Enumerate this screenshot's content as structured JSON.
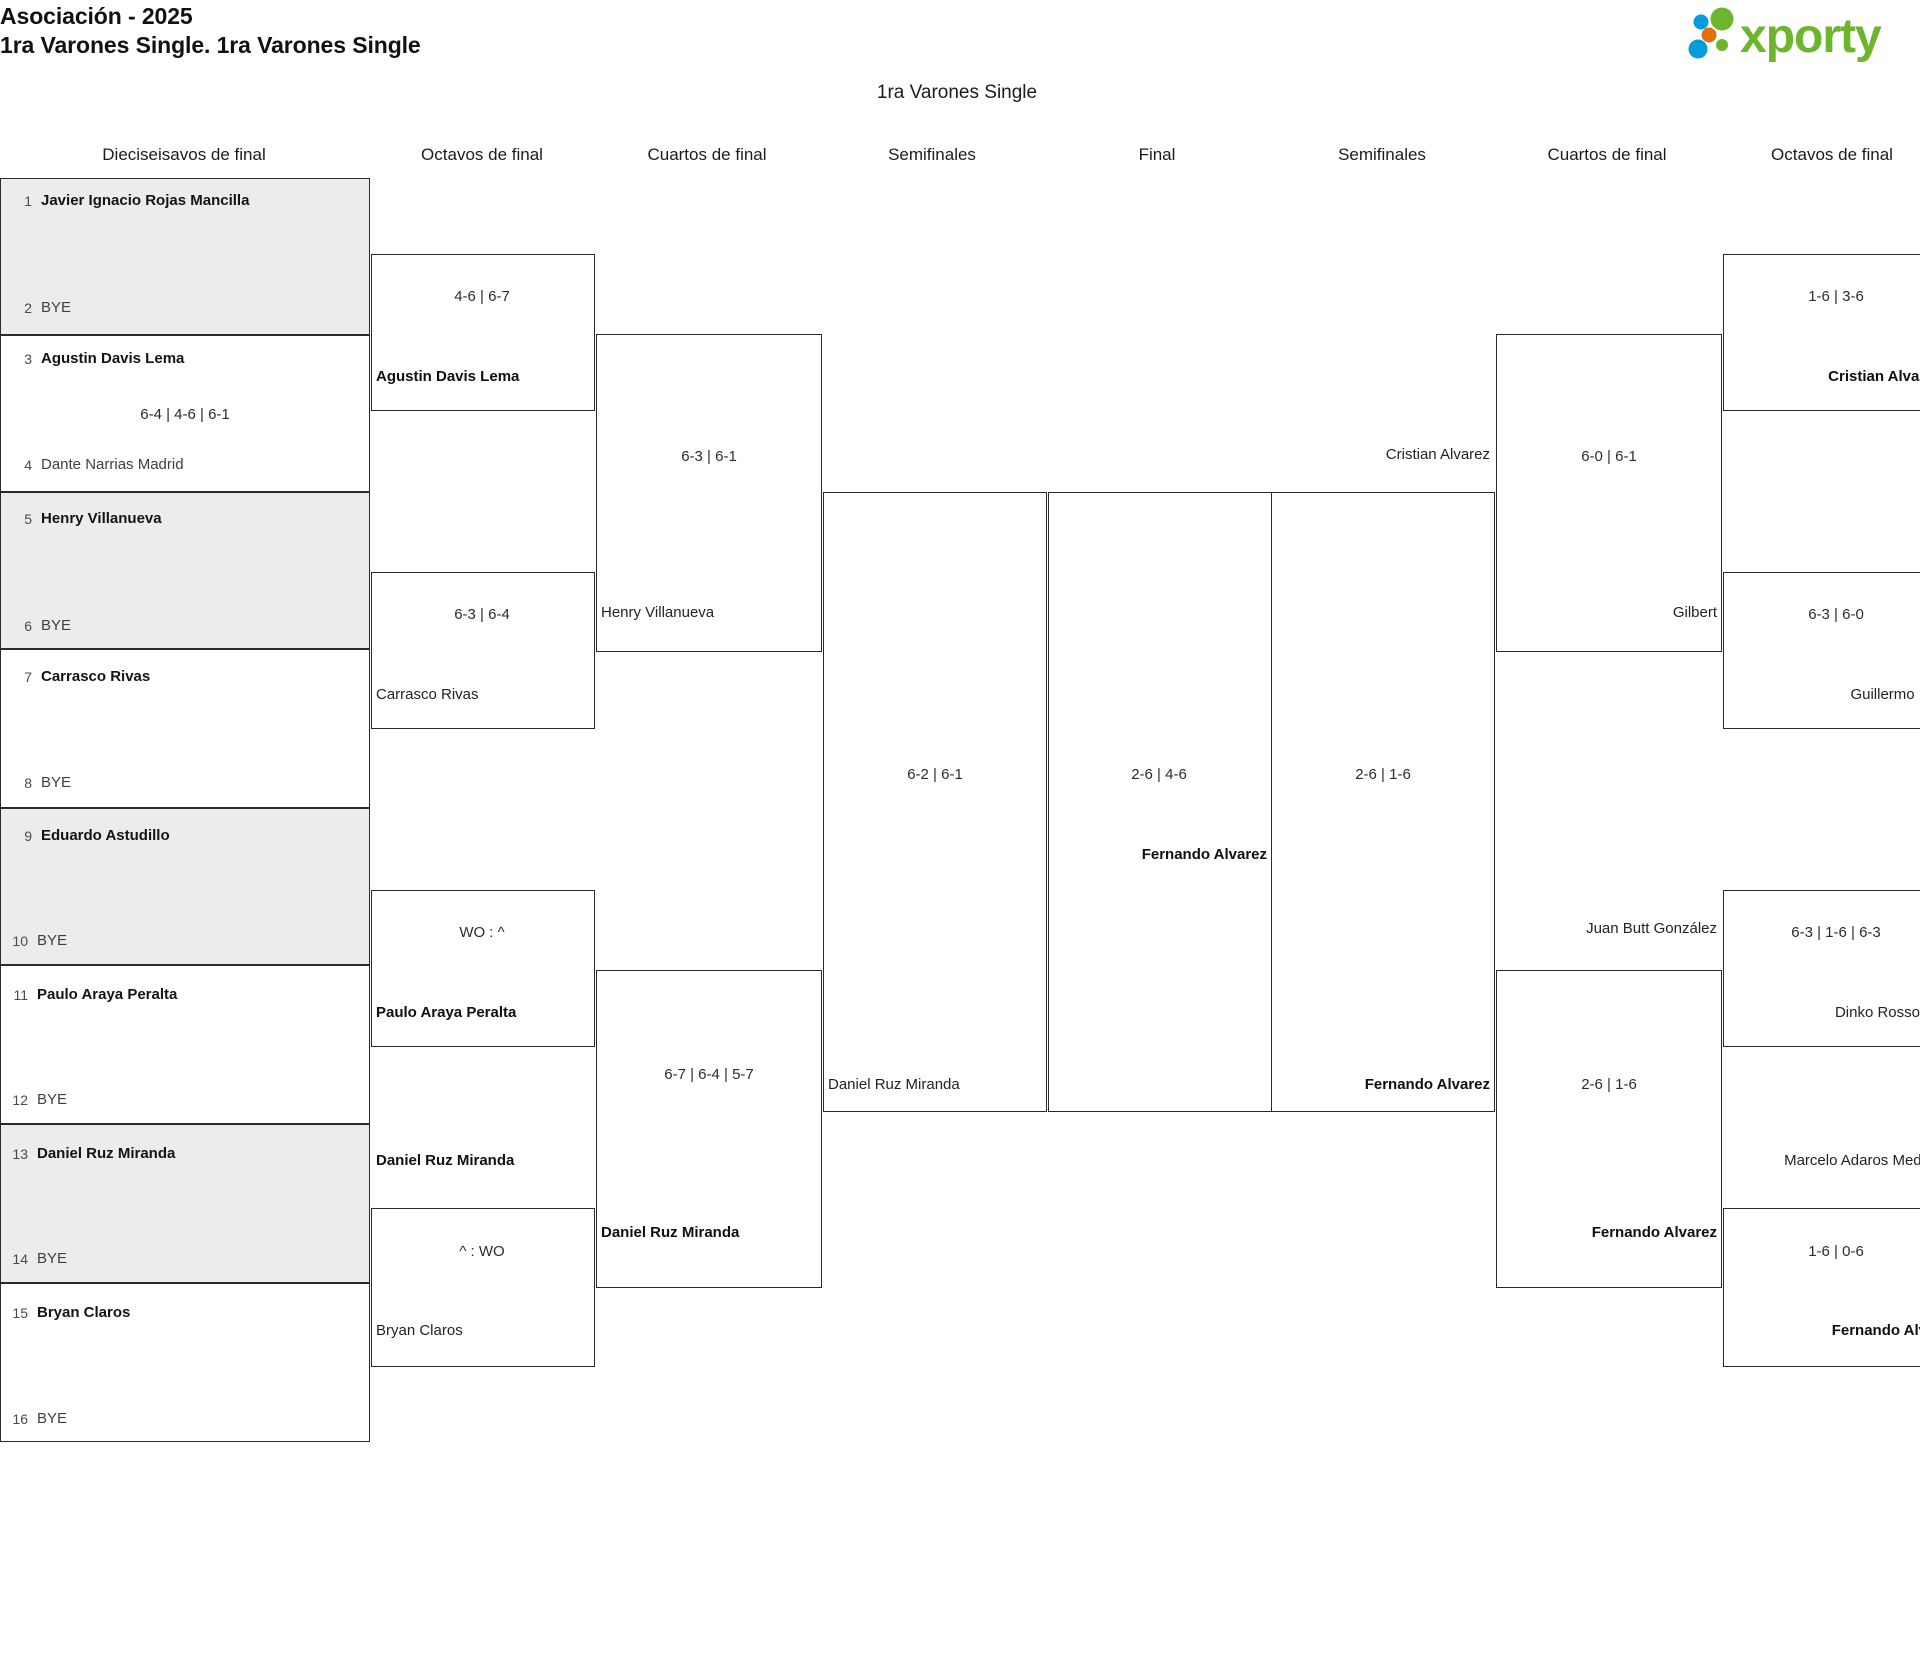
{
  "header": {
    "title_line1": "Asociación - 2025",
    "title_line2": "1ra Varones Single. 1ra Varones Single",
    "logo_text": "xporty",
    "logo_colors": {
      "green": "#6cb52d",
      "blue": "#049cdb",
      "orange": "#e2700d"
    }
  },
  "bracket": {
    "title": "1ra Varones Single",
    "rounds": [
      {
        "label": "Dieciseisavos de final"
      },
      {
        "label": "Octavos de final"
      },
      {
        "label": "Cuartos de final"
      },
      {
        "label": "Semifinales"
      },
      {
        "label": "Final"
      },
      {
        "label": "Semifinales"
      },
      {
        "label": "Cuartos de final"
      },
      {
        "label": "Octavos de final"
      }
    ],
    "seeds": [
      {
        "n": "1",
        "name": "Javier Ignacio Rojas Mancilla",
        "bye": false
      },
      {
        "n": "2",
        "name": "BYE",
        "bye": true
      },
      {
        "n": "3",
        "name": "Agustin Davis Lema",
        "bye": false
      },
      {
        "n": "4",
        "name": "Dante Narrias Madrid",
        "bye": true
      },
      {
        "n": "5",
        "name": "Henry Villanueva",
        "bye": false
      },
      {
        "n": "6",
        "name": "BYE",
        "bye": true
      },
      {
        "n": "7",
        "name": "Carrasco Rivas",
        "bye": false
      },
      {
        "n": "8",
        "name": "BYE",
        "bye": true
      },
      {
        "n": "9",
        "name": "Eduardo Astudillo",
        "bye": false
      },
      {
        "n": "10",
        "name": "BYE",
        "bye": true
      },
      {
        "n": "11",
        "name": "Paulo Araya Peralta",
        "bye": false
      },
      {
        "n": "12",
        "name": "BYE",
        "bye": true
      },
      {
        "n": "13",
        "name": "Daniel Ruz Miranda",
        "bye": false
      },
      {
        "n": "14",
        "name": "BYE",
        "bye": true
      },
      {
        "n": "15",
        "name": "Bryan Claros",
        "bye": false
      },
      {
        "n": "16",
        "name": "BYE",
        "bye": true
      }
    ],
    "seed_match_scores": {
      "m2": "6-4 | 4-6 | 6-1"
    },
    "left": {
      "octavos": [
        {
          "score": "4-6 | 6-7",
          "winner": "Agustin Davis Lema"
        },
        {
          "score": "6-3 | 6-4",
          "winner": "Carrasco Rivas"
        },
        {
          "score": "WO : ^",
          "winner": "Paulo Araya Peralta"
        },
        {
          "score": "^ : WO",
          "winner": "Bryan Claros"
        }
      ],
      "cuartos": [
        {
          "score": "6-3 | 6-1",
          "winner": "Henry Villanueva"
        },
        {
          "score": "6-7 | 6-4 | 5-7",
          "winner": "Daniel Ruz Miranda"
        }
      ],
      "octavos_names": [
        "Daniel Ruz Miranda"
      ],
      "semifinales": [
        {
          "score": "6-2 | 6-1",
          "winner": "Daniel Ruz Miranda"
        }
      ],
      "finalist": "Agustin Davis Lema"
    },
    "final": {
      "score": "2-6 | 4-6",
      "champion": "Fernando Alvarez"
    },
    "right": {
      "semifinales": [
        {
          "score": "2-6 | 1-6",
          "top": "Cristian Alvarez",
          "bottom": "Fernando Alvarez"
        }
      ],
      "cuartos": [
        {
          "score": "6-0 | 6-1",
          "winner": "Gilbert"
        },
        {
          "score": "2-6 | 1-6",
          "winner": "Fernando Alvarez"
        }
      ],
      "cuartos_names": [
        "Juan Butt González"
      ],
      "octavos": [
        {
          "score": "1-6 | 3-6",
          "winner": "Cristian Alvarez"
        },
        {
          "score": "6-3 | 6-0",
          "winner": "Guillermo Loyola"
        },
        {
          "score": "6-3 | 1-6 | 6-3",
          "winner": "Dinko Rossodivita"
        },
        {
          "score": "1-6 | 0-6",
          "winner": "Fernando Alvarez"
        }
      ],
      "octavos_names": [
        "Marcelo Adaros Medalla"
      ]
    }
  }
}
